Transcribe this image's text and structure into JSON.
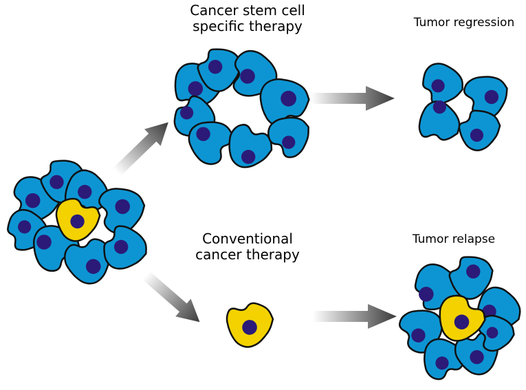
{
  "labels": {
    "csc_therapy": [
      "Cancer stem cell",
      "specific therapy"
    ],
    "conventional_therapy": [
      "Conventional",
      "cancer therapy"
    ],
    "tumor_regression": "Tumor regression",
    "tumor_relapse": "Tumor relapse"
  },
  "colors": {
    "cancer_cell": "#0d95d3",
    "cancer_stem_cell": "#f3d200",
    "nucleus": "#2b1a78",
    "outline": "#111111",
    "arrow_dark": "#3a3a3a",
    "arrow_light": "#ffffff"
  },
  "cell_types": {
    "normal": "cancer-cell",
    "stem": "cancer-stem-cell"
  }
}
